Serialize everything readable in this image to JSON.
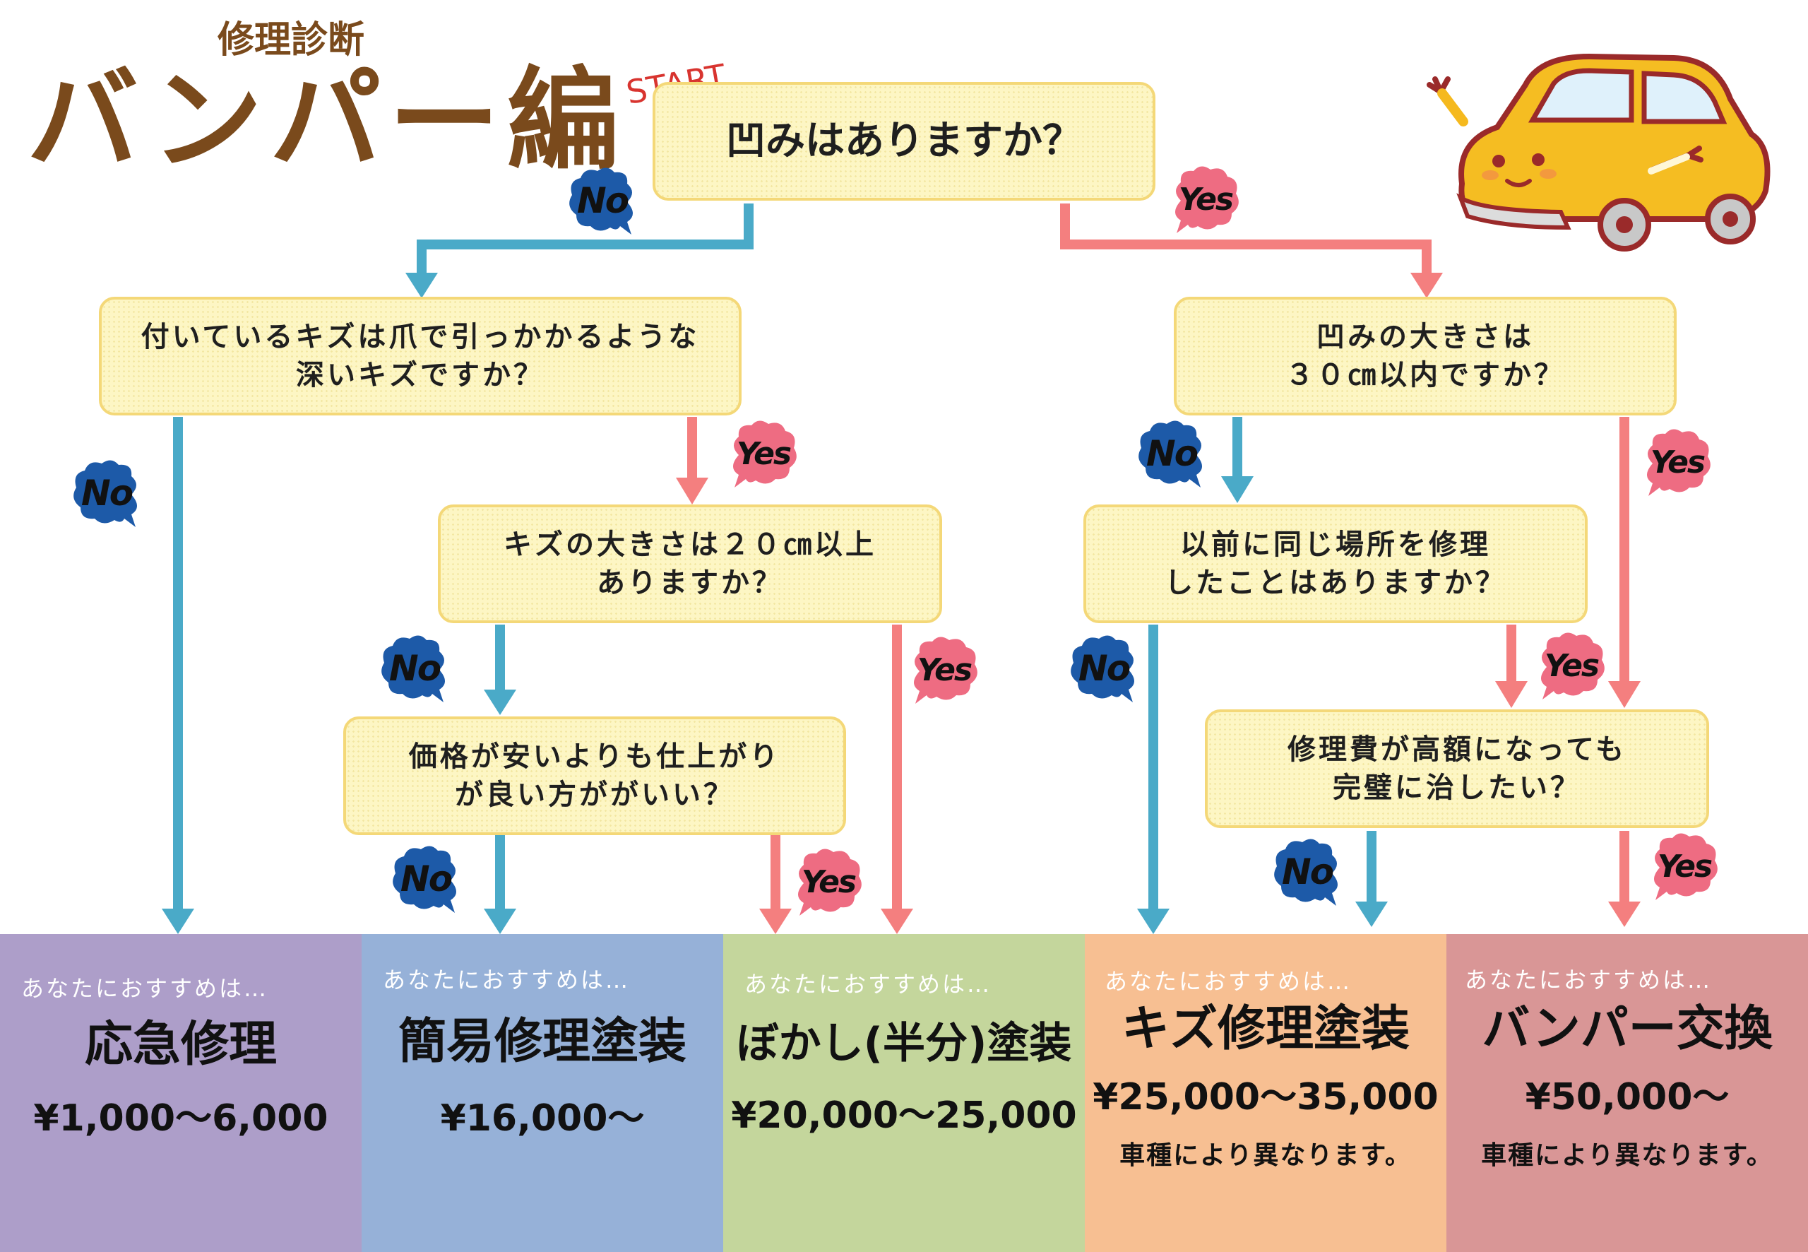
{
  "header": {
    "subtitle": "修理診断",
    "title": "バンパー編",
    "start_label": "START"
  },
  "questions": {
    "q1": "凹みはありますか？",
    "q2": [
      "付いているキズは爪で引っかかるような",
      "深いキズですか？"
    ],
    "q3": [
      "凹みの大きさは",
      "３０㎝以内ですか？"
    ],
    "q4": [
      "キズの大きさは２０㎝以上",
      "ありますか？"
    ],
    "q5": [
      "以前に同じ場所を修理",
      "したことはありますか？"
    ],
    "q6": [
      "価格が安いよりも仕上がり",
      "が良い方ががいい？"
    ],
    "q7": [
      "修理費が高額になっても",
      "完璧に治したい？"
    ]
  },
  "answers": {
    "no": "No",
    "yes": "Yes"
  },
  "results": [
    {
      "recommend": "あなたにおすすめは…",
      "name": "応急修理",
      "price": "¥1,000〜6,000",
      "note": ""
    },
    {
      "recommend": "あなたにおすすめは…",
      "name": "簡易修理塗装",
      "price": "¥16,000〜",
      "note": ""
    },
    {
      "recommend": "あなたにおすすめは…",
      "name": "ぼかし(半分)塗装",
      "price": "¥20,000〜25,000",
      "note": ""
    },
    {
      "recommend": "あなたにおすすめは…",
      "name": "キズ修理塗装",
      "price": "¥25,000〜35,000",
      "note": "車種により異なります。"
    },
    {
      "recommend": "あなたにおすすめは…",
      "name": "バンパー交換",
      "price": "¥50,000〜",
      "note": "車種により異なります。"
    }
  ],
  "colors": {
    "no_arrow": "#4aaac8",
    "yes_arrow": "#f47f7f",
    "no_badge": "#1d5aa8",
    "yes_badge": "#ee6c82",
    "result_1": "#ad9ec9",
    "result_2": "#96b1d8",
    "result_3": "#c4d69c",
    "result_4": "#f7bf92",
    "result_5": "#d99696",
    "title": "#7a4a1c"
  }
}
